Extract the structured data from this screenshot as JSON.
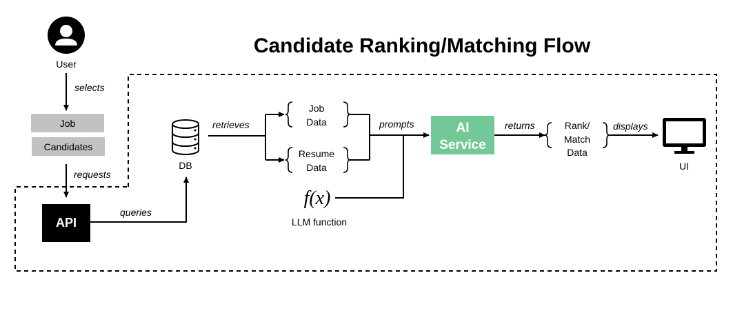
{
  "title": "Candidate Ranking/Matching Flow",
  "nodes": {
    "user": "User",
    "job": "Job",
    "candidates": "Candidates",
    "api": "API",
    "db": "DB",
    "job_data_line1": "Job",
    "job_data_line2": "Data",
    "resume_data_line1": "Resume",
    "resume_data_line2": "Data",
    "llm_symbol": "f(x)",
    "llm_label": "LLM function",
    "ai_service_line1": "AI",
    "ai_service_line2": "Service",
    "rank_line1": "Rank/",
    "rank_line2": "Match",
    "rank_line3": "Data",
    "ui": "UI"
  },
  "edges": {
    "selects": "selects",
    "requests": "requests",
    "queries": "queries",
    "retrieves": "retrieves",
    "prompts": "prompts",
    "returns": "returns",
    "displays": "displays"
  },
  "colors": {
    "ai_service_fill": "#72c997",
    "gray_box_fill": "#c2c2c2",
    "api_fill": "#000000"
  },
  "icons": {
    "user": "user-avatar-icon",
    "db": "database-icon",
    "ui": "monitor-icon"
  }
}
